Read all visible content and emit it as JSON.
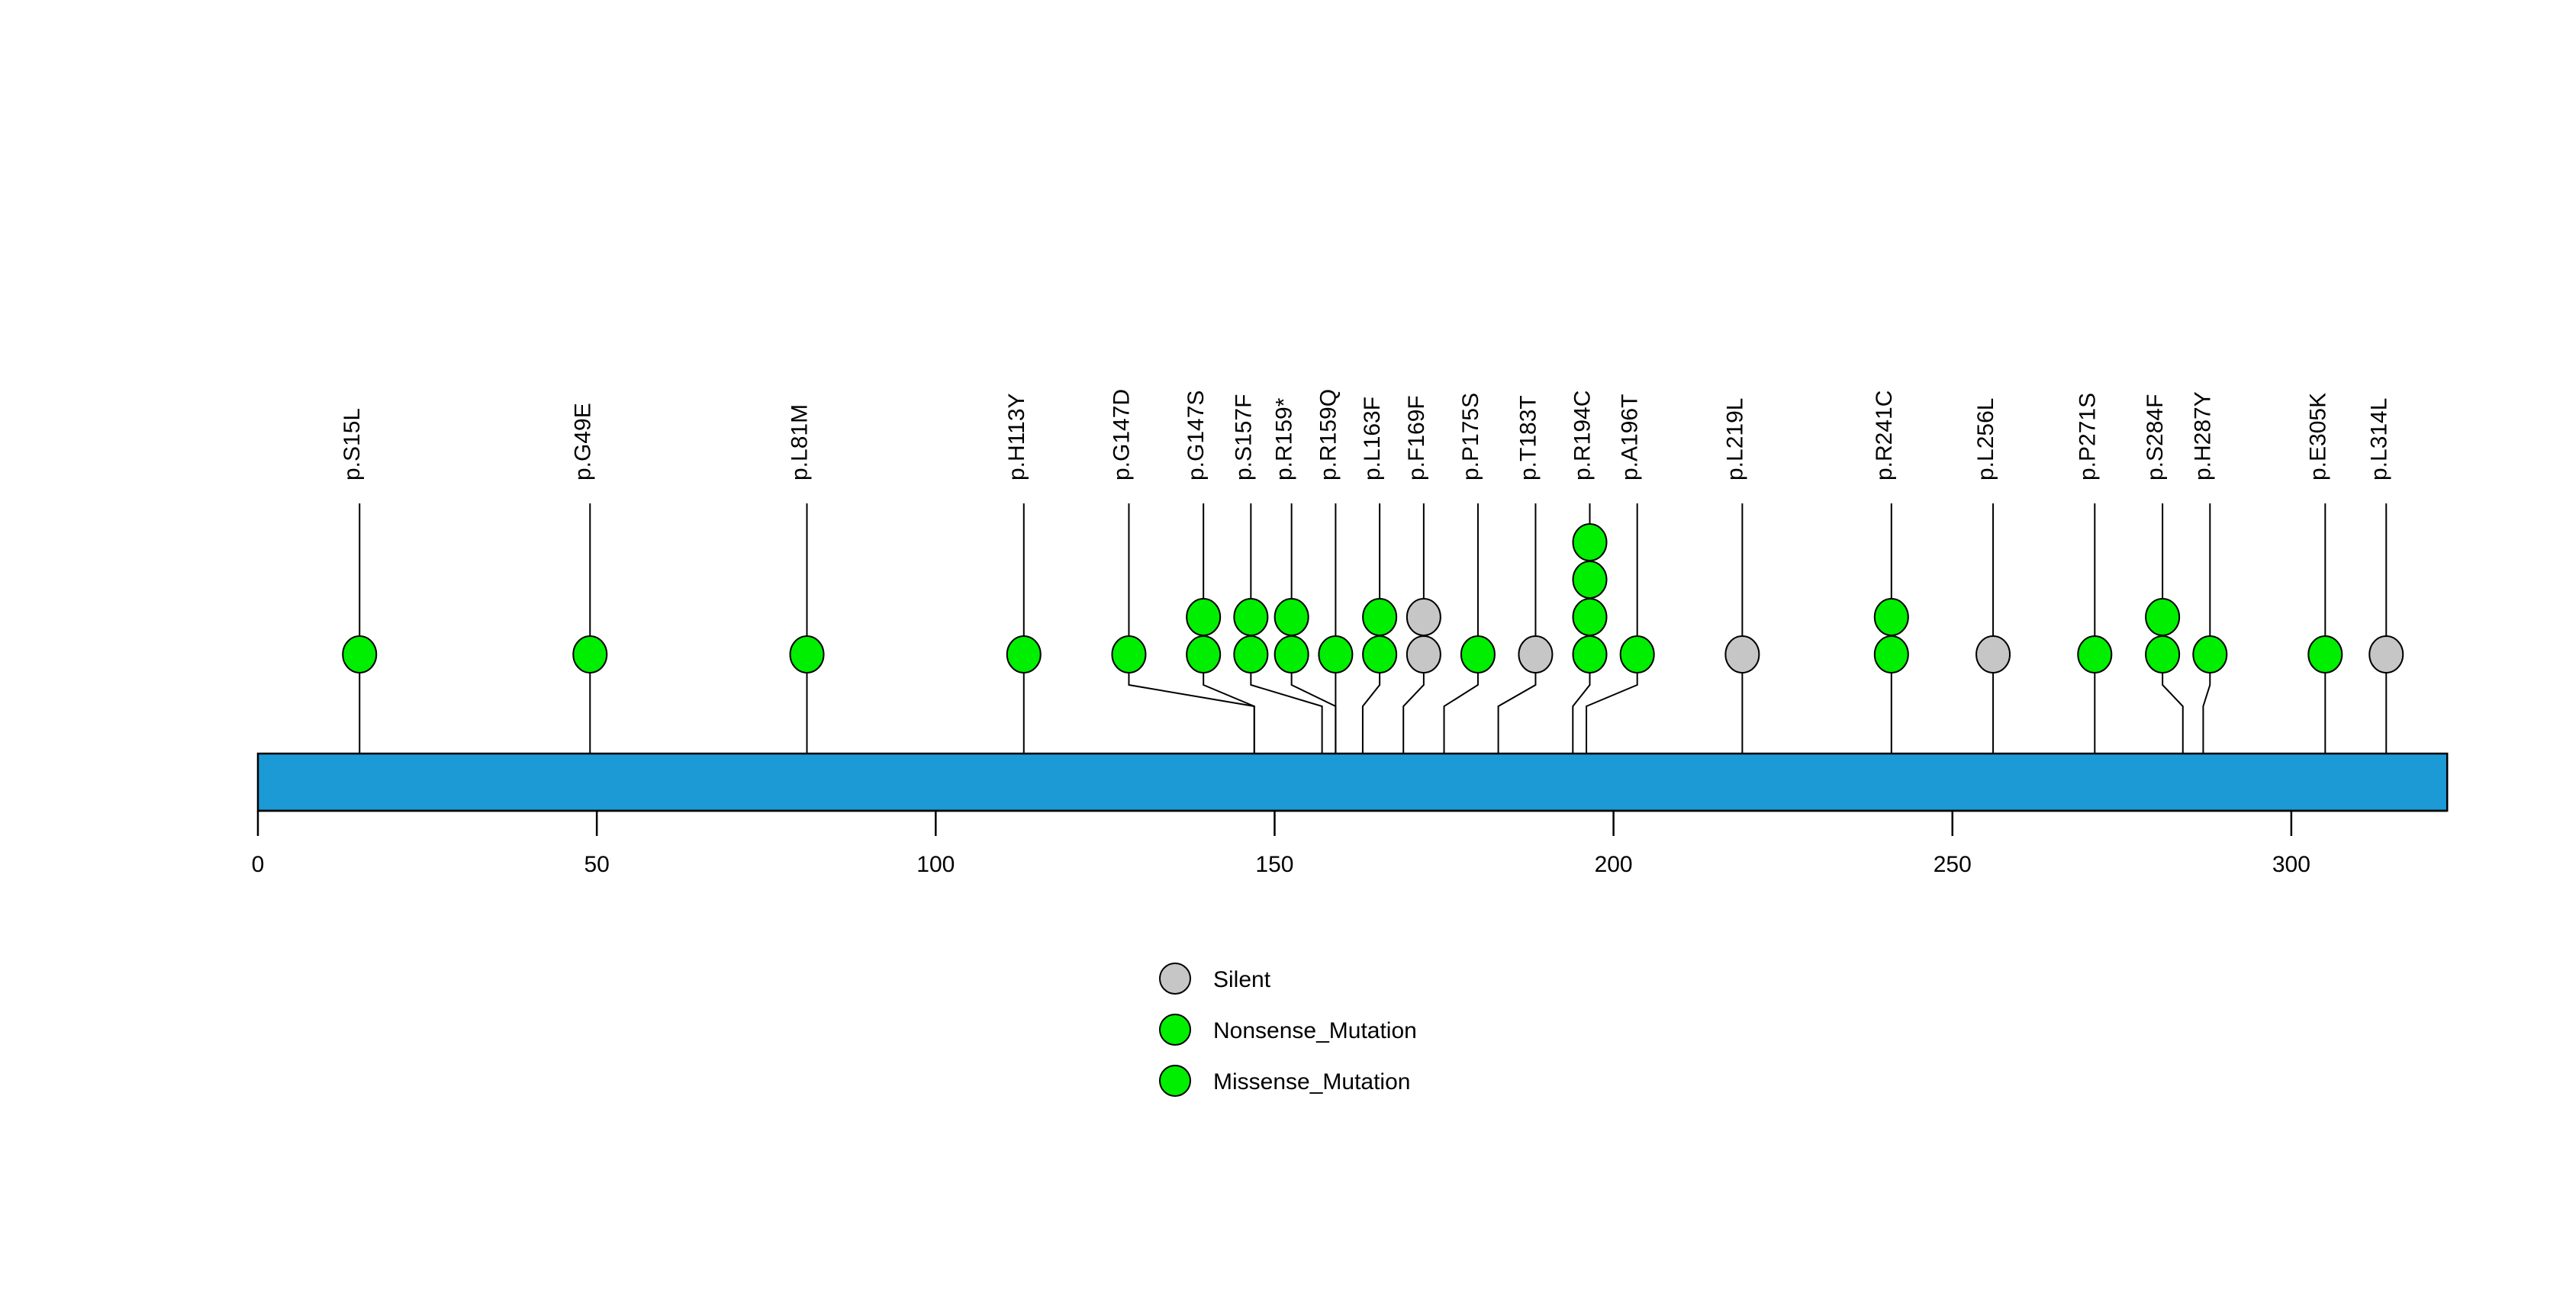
{
  "chart_data": {
    "type": "lollipop",
    "title": "",
    "xlabel": "",
    "ylabel": "",
    "xlim": [
      0,
      323
    ],
    "axis_ticks": [
      0,
      50,
      100,
      150,
      200,
      250,
      300
    ],
    "axis_tick_labels": [
      "0",
      "50",
      "100",
      "150",
      "200",
      "250",
      "300"
    ],
    "protein_bar": {
      "start": 0,
      "end": 323,
      "color": "#1b9ad6",
      "border": "#000000"
    },
    "grid": false,
    "legend_position": "bottom-center",
    "colors": {
      "silent": "#c6c6c6",
      "nonsense": "#00ee00",
      "missense": "#00ee00",
      "stem": "#000000",
      "bar": "#1b9ad6"
    },
    "legend": [
      {
        "label": "Silent",
        "color": "#c6c6c6"
      },
      {
        "label": "Nonsense_Mutation",
        "color": "#00ee00"
      },
      {
        "label": "Missense_Mutation",
        "color": "#00ee00"
      }
    ],
    "mutations": [
      {
        "label": "p.S15L",
        "pos": 15,
        "count": 1,
        "colors": [
          "#00ee00"
        ],
        "label_x": 15
      },
      {
        "label": "p.G49E",
        "pos": 49,
        "count": 1,
        "colors": [
          "#00ee00"
        ],
        "label_x": 49
      },
      {
        "label": "p.L81M",
        "pos": 81,
        "count": 1,
        "colors": [
          "#00ee00"
        ],
        "label_x": 81
      },
      {
        "label": "p.H113Y",
        "pos": 113,
        "count": 1,
        "colors": [
          "#00ee00"
        ],
        "label_x": 113
      },
      {
        "label": "p.G147D",
        "pos": 147,
        "count": 1,
        "colors": [
          "#00ee00"
        ],
        "label_x": 128.5
      },
      {
        "label": "p.G147S",
        "pos": 147,
        "count": 2,
        "colors": [
          "#00ee00",
          "#00ee00"
        ],
        "label_x": 139.5
      },
      {
        "label": "p.S157F",
        "pos": 157,
        "count": 2,
        "colors": [
          "#00ee00",
          "#00ee00"
        ],
        "label_x": 146.5
      },
      {
        "label": "p.R159*",
        "pos": 159,
        "count": 2,
        "colors": [
          "#00ee00",
          "#00ee00"
        ],
        "label_x": 152.5
      },
      {
        "label": "p.R159Q",
        "pos": 159,
        "count": 1,
        "colors": [
          "#00ee00"
        ],
        "label_x": 159.0
      },
      {
        "label": "p.L163F",
        "pos": 163,
        "count": 2,
        "colors": [
          "#00ee00",
          "#00ee00"
        ],
        "label_x": 165.5
      },
      {
        "label": "p.F169F",
        "pos": 169,
        "count": 2,
        "colors": [
          "#c6c6c6",
          "#c6c6c6"
        ],
        "label_x": 172.0
      },
      {
        "label": "p.P175S",
        "pos": 175,
        "count": 1,
        "colors": [
          "#00ee00"
        ],
        "label_x": 180.0
      },
      {
        "label": "p.T183T",
        "pos": 183,
        "count": 1,
        "colors": [
          "#c6c6c6"
        ],
        "label_x": 188.5
      },
      {
        "label": "p.R194C",
        "pos": 194,
        "count": 4,
        "colors": [
          "#00ee00",
          "#00ee00",
          "#00ee00",
          "#00ee00"
        ],
        "label_x": 196.5
      },
      {
        "label": "p.A196T",
        "pos": 196,
        "count": 1,
        "colors": [
          "#00ee00"
        ],
        "label_x": 203.5
      },
      {
        "label": "p.L219L",
        "pos": 219,
        "count": 1,
        "colors": [
          "#c6c6c6"
        ],
        "label_x": 219
      },
      {
        "label": "p.R241C",
        "pos": 241,
        "count": 2,
        "colors": [
          "#00ee00",
          "#00ee00"
        ],
        "label_x": 241
      },
      {
        "label": "p.L256L",
        "pos": 256,
        "count": 1,
        "colors": [
          "#c6c6c6"
        ],
        "label_x": 256
      },
      {
        "label": "p.P271S",
        "pos": 271,
        "count": 1,
        "colors": [
          "#00ee00"
        ],
        "label_x": 271
      },
      {
        "label": "p.S284F",
        "pos": 284,
        "count": 2,
        "colors": [
          "#00ee00",
          "#00ee00"
        ],
        "label_x": 281.0
      },
      {
        "label": "p.H287Y",
        "pos": 287,
        "count": 1,
        "colors": [
          "#00ee00"
        ],
        "label_x": 288.0
      },
      {
        "label": "p.E305K",
        "pos": 305,
        "count": 1,
        "colors": [
          "#00ee00"
        ],
        "label_x": 305
      },
      {
        "label": "p.L314L",
        "pos": 314,
        "count": 1,
        "colors": [
          "#c6c6c6"
        ],
        "label_x": 314
      }
    ]
  }
}
